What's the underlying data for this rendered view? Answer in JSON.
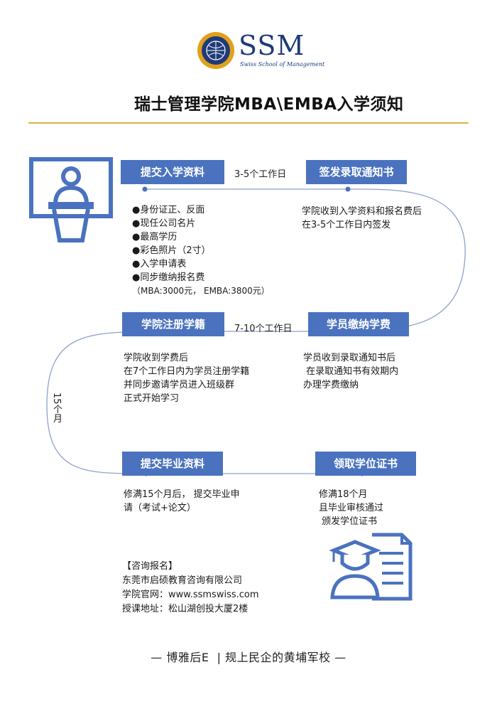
{
  "header": {
    "logo_text": "SSM",
    "logo_subtitle": "Swiss School of Management",
    "title": "瑞士管理学院MBA\\EMBA入学须知"
  },
  "steps": {
    "submit_docs": {
      "label": "提交入学资料",
      "items": [
        "●身份证正、反面",
        "●现任公司名片",
        "●最高学历",
        "●彩色照片（2寸）",
        "●入学申请表",
        "●同步缴纳报名费"
      ],
      "fee_note": "（MBA:3000元， EMBA:3800元）"
    },
    "issue_notice": {
      "label": "签发录取通知书",
      "lines": [
        "学院收到入学资料和报名费后",
        "在3-5个工作日内签发"
      ]
    },
    "pay_tuition": {
      "label": "学员缴纳学费",
      "lines": [
        "学员收到录取通知书后",
        " 在录取通知书有效期内",
        "办理学费缴纳"
      ]
    },
    "register": {
      "label": "学院注册学籍",
      "lines": [
        "学院收到学费后",
        "在7个工作日内为学员注册学籍",
        "并同步邀请学员进入班级群",
        "正式开始学习"
      ]
    },
    "submit_grad": {
      "label": "提交毕业资料",
      "lines": [
        "修满15个月后， 提交毕业申",
        "请（考试+论文）"
      ]
    },
    "receive_degree": {
      "label": "领取学位证书",
      "lines": [
        "修满18个月",
        "且毕业审核通过",
        " 颁发学位证书"
      ]
    }
  },
  "durations": {
    "d1": "3-5个工作日",
    "d2": "7-10个工作日",
    "d3": "15个月"
  },
  "contact": {
    "heading": "【咨询报名】",
    "company": "东莞市启硕教育咨询有限公司",
    "website": "学院官网：www.ssmswiss.com",
    "address": "授课地址：松山湖创投大厦2楼"
  },
  "footer": {
    "slogan": "— 博雅后E  | 规上民企的黄埔军校 —"
  },
  "colors": {
    "accent_blue": "#4a72bf",
    "navy": "#1f3a78",
    "gold": "#e0b53c"
  }
}
